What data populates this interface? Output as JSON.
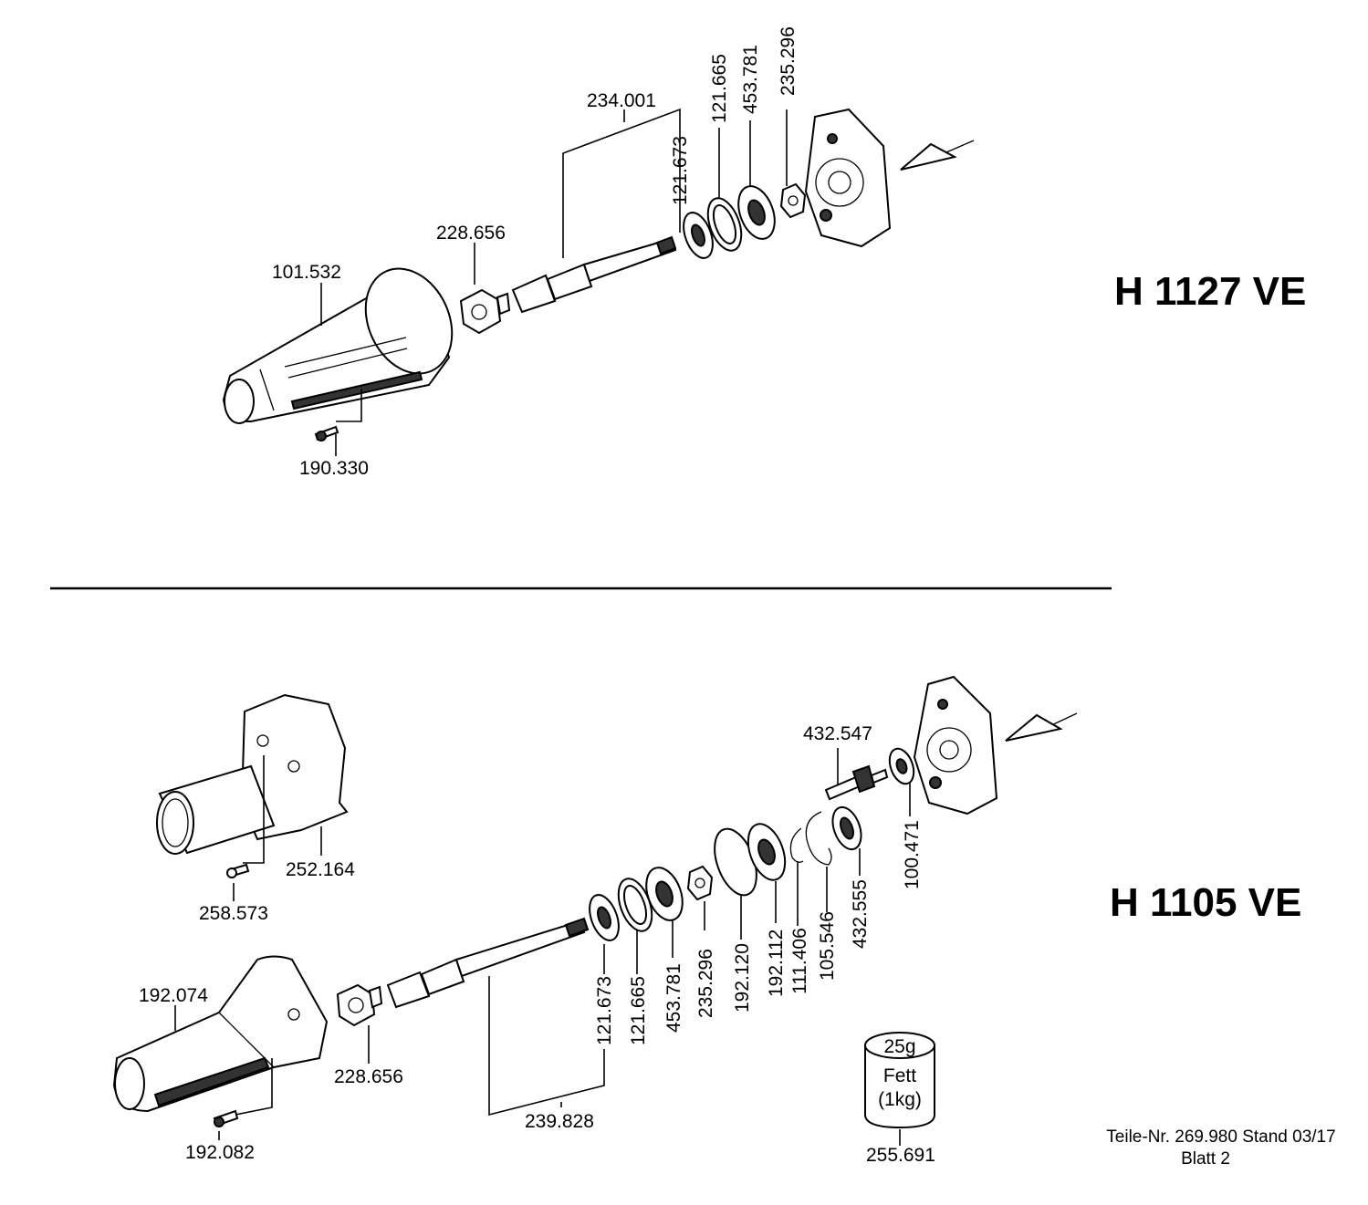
{
  "models": {
    "top": "H 1127 VE",
    "bottom": "H 1105 VE"
  },
  "parts_top": {
    "p101532": "101.532",
    "p190330": "190.330",
    "p228656": "228.656",
    "p234001": "234.001",
    "p121673": "121.673",
    "p121665": "121.665",
    "p453781": "453.781",
    "p235296": "235.296"
  },
  "parts_bottom": {
    "p252164": "252.164",
    "p258573": "258.573",
    "p192074": "192.074",
    "p192082": "192.082",
    "p228656": "228.656",
    "p239828": "239.828",
    "p121673": "121.673",
    "p121665": "121.665",
    "p453781": "453.781",
    "p235296": "235.296",
    "p192120": "192.120",
    "p192112": "192.112",
    "p111406": "111.406",
    "p105546": "105.546",
    "p432555": "432.555",
    "p100471": "100.471",
    "p432547": "432.547",
    "p255691": "255.691"
  },
  "grease_can": {
    "line1": "25g",
    "line2": "Fett",
    "line3": "(1kg)"
  },
  "footer": {
    "part_number": "Teile-Nr. 269.980  Stand 03/17",
    "sheet": "Blatt 2"
  }
}
